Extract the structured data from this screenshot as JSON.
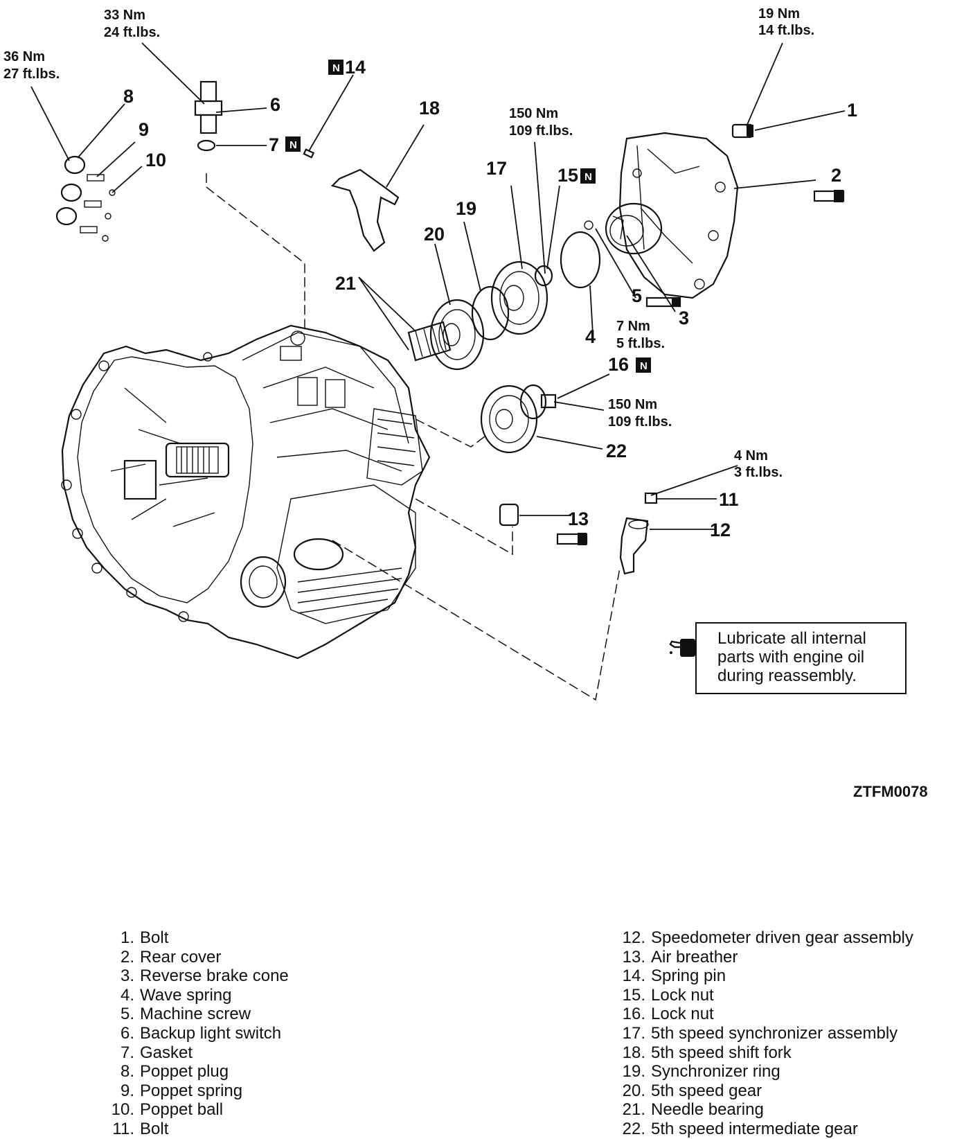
{
  "callouts": {
    "n1": "1",
    "n2": "2",
    "n3": "3",
    "n4": "4",
    "n5": "5",
    "n6": "6",
    "n7": "7",
    "n8": "8",
    "n9": "9",
    "n10": "10",
    "n11": "11",
    "n12": "12",
    "n13": "13",
    "n14": "14",
    "n15": "15",
    "n16": "16",
    "n17": "17",
    "n18": "18",
    "n19": "19",
    "n20": "20",
    "n21": "21",
    "n22": "22",
    "n_mark": "N"
  },
  "torques": {
    "t1_nm": "19 Nm",
    "t1_ft": "14 ft.lbs.",
    "t6_nm": "33 Nm",
    "t6_ft": "24 ft.lbs.",
    "t8_nm": "36 Nm",
    "t8_ft": "27 ft.lbs.",
    "t15_nm": "150 Nm",
    "t15_ft": "109 ft.lbs.",
    "t5_nm": "7 Nm",
    "t5_ft": "5 ft.lbs.",
    "t16_nm": "150 Nm",
    "t16_ft": "109 ft.lbs.",
    "t11_nm": "4 Nm",
    "t11_ft": "3 ft.lbs."
  },
  "note": {
    "line1": "Lubricate all internal",
    "line2": "parts with engine oil",
    "line3": "during reassembly."
  },
  "figure_code": "ZTFM0078",
  "legend_left": [
    {
      "no": "1.",
      "text": "Bolt"
    },
    {
      "no": "2.",
      "text": "Rear cover"
    },
    {
      "no": "3.",
      "text": "Reverse brake cone"
    },
    {
      "no": "4.",
      "text": "Wave spring"
    },
    {
      "no": "5.",
      "text": "Machine screw"
    },
    {
      "no": "6.",
      "text": "Backup light switch"
    },
    {
      "no": "7.",
      "text": "Gasket"
    },
    {
      "no": "8.",
      "text": "Poppet plug"
    },
    {
      "no": "9.",
      "text": "Poppet spring"
    },
    {
      "no": "10.",
      "text": "Poppet ball"
    },
    {
      "no": "11.",
      "text": "Bolt"
    }
  ],
  "legend_right": [
    {
      "no": "12.",
      "text": "Speedometer driven gear assembly"
    },
    {
      "no": "13.",
      "text": "Air breather"
    },
    {
      "no": "14.",
      "text": "Spring pin"
    },
    {
      "no": "15.",
      "text": "Lock nut"
    },
    {
      "no": "16.",
      "text": "Lock nut"
    },
    {
      "no": "17.",
      "text": "5th speed synchronizer assembly"
    },
    {
      "no": "18.",
      "text": "5th speed shift fork"
    },
    {
      "no": "19.",
      "text": "Synchronizer ring"
    },
    {
      "no": "20.",
      "text": "5th speed gear"
    },
    {
      "no": "21.",
      "text": "Needle bearing"
    },
    {
      "no": "22.",
      "text": "5th speed intermediate gear"
    }
  ]
}
